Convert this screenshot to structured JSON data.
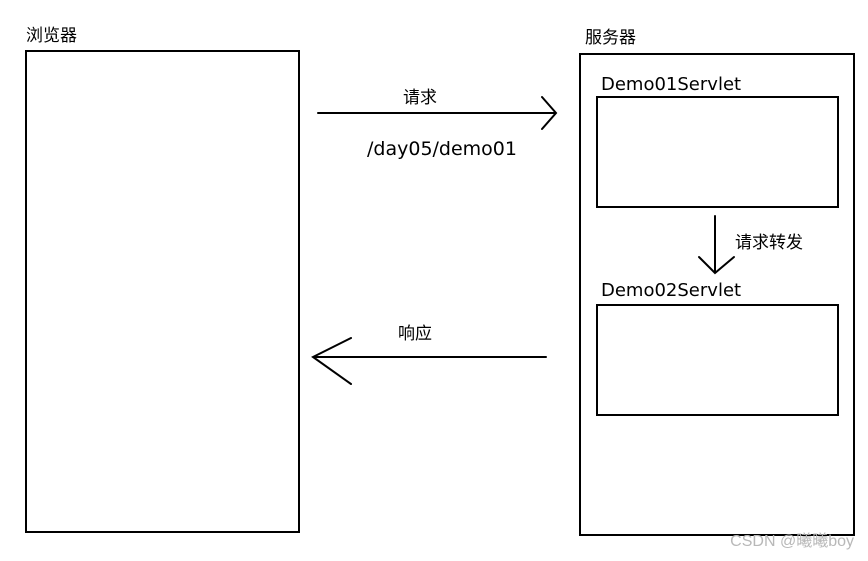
{
  "browser": {
    "label": "浏览器"
  },
  "server": {
    "label": "服务器"
  },
  "servlet1": {
    "label": "Demo01Servlet"
  },
  "servlet2": {
    "label": "Demo02Servlet"
  },
  "request": {
    "label": "请求",
    "path": "/day05/demo01"
  },
  "forward": {
    "label": "请求转发"
  },
  "response": {
    "label": "响应"
  },
  "watermark": {
    "text": "CSDN @曦曦boy"
  }
}
